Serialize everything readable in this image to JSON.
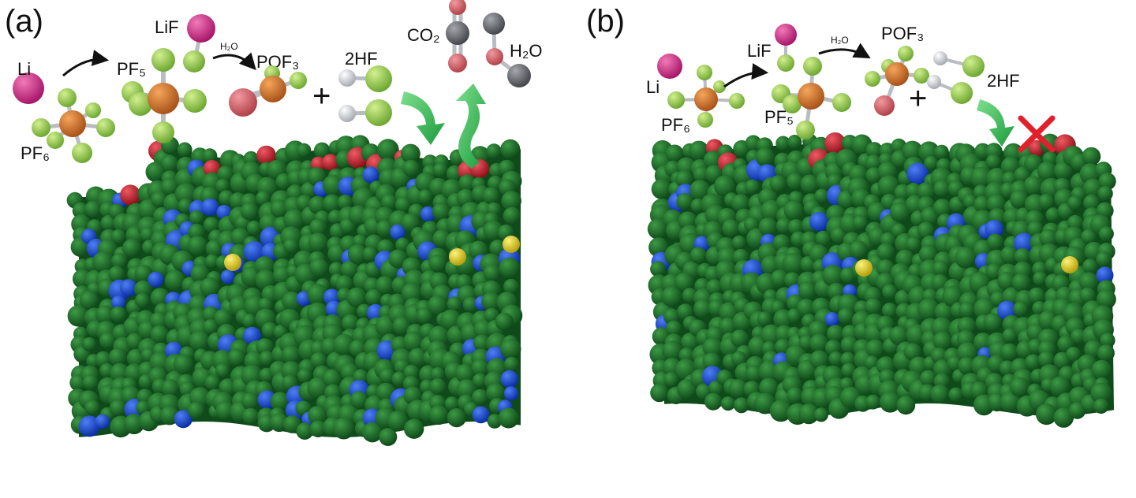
{
  "figure": {
    "panel_a": {
      "label": "(a)",
      "species": {
        "li": "Li",
        "pf6": "PF₆",
        "pf5": "PF₅",
        "lif": "LiF",
        "h2o_small": "H₂O",
        "pof3": "POF₃",
        "plus": "+",
        "hf2": "2HF",
        "co2": "CO₂",
        "h2o": "H₂O"
      }
    },
    "panel_b": {
      "label": "(b)",
      "species": {
        "li": "Li",
        "lif": "LiF",
        "h2o_small": "H₂O",
        "pof3": "POF₃",
        "pf6": "PF₆",
        "pf5": "PF₅",
        "plus": "+",
        "hf2": "2HF"
      }
    },
    "colors": {
      "surface_green": "#1f6b2a",
      "surface_blue": "#1347d6",
      "surface_red": "#c8202e",
      "surface_yellow": "#e3d21b",
      "lithium_magenta": "#d6358c",
      "phosphorus_orange": "#d9782c",
      "fluorine_lightgreen": "#9fd45a",
      "oxygen_salmon": "#d9656b",
      "hydrogen_gray": "#d8dbe0",
      "carbon_gray": "#6d6f75",
      "arrow_green": "#28b14a",
      "blocked_red": "#e0202a"
    }
  }
}
